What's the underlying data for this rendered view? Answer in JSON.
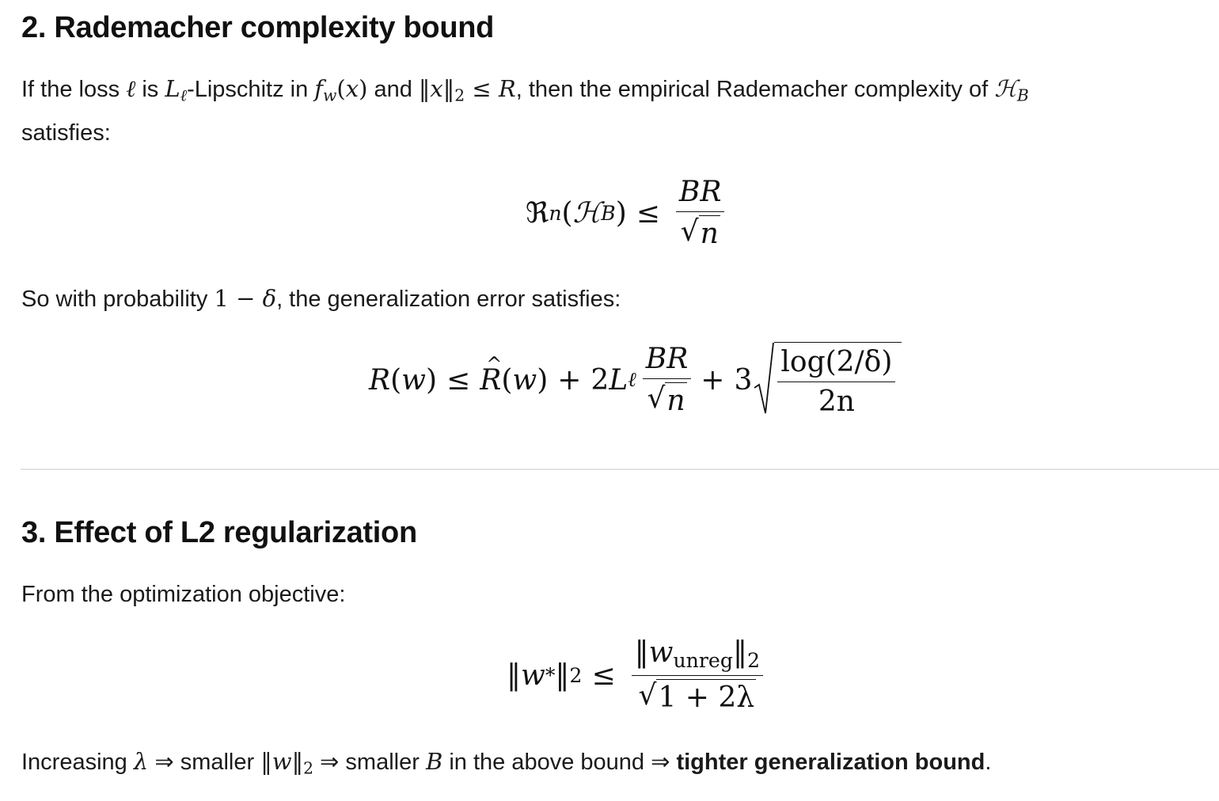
{
  "section2": {
    "heading": "2. Rademacher complexity bound",
    "intro_prefix": "If the loss",
    "intro_is": "is",
    "intro_lipschitz": "-Lipschitz in",
    "intro_and": "and",
    "intro_then": ", then the empirical Rademacher complexity of",
    "intro_line2": "satisfies:",
    "prob_prefix": "So with probability",
    "prob_suffix": ", the generalization error satisfies:"
  },
  "section3": {
    "heading": "3. Effect of L2 regularization",
    "intro": "From the optimization objective:",
    "concl_increasing": "Increasing",
    "concl_smaller1": "smaller",
    "concl_smaller2": "smaller",
    "concl_above": "in the above bound",
    "concl_bold": "tighter generalization bound",
    "concl_period": "."
  },
  "math": {
    "ell": "ℓ",
    "L": "L",
    "f": "f",
    "w": "w",
    "x": "x",
    "R": "R",
    "B": "B",
    "H": "ℋ",
    "Rn": "ℜ",
    "n": "n",
    "two": "2",
    "one_minus": "1 − ",
    "delta": "δ",
    "lambda": "λ",
    "leq": "≤",
    "implies": "⇒",
    "plus": "+",
    "log_expr": "log(2/δ)",
    "two_n": "2n",
    "unreg": "unreg",
    "one_plus_2lambda": "1 + 2λ",
    "star": "*",
    "norm": "‖",
    "coef2": "2",
    "coef3": "3",
    "comma": ","
  }
}
